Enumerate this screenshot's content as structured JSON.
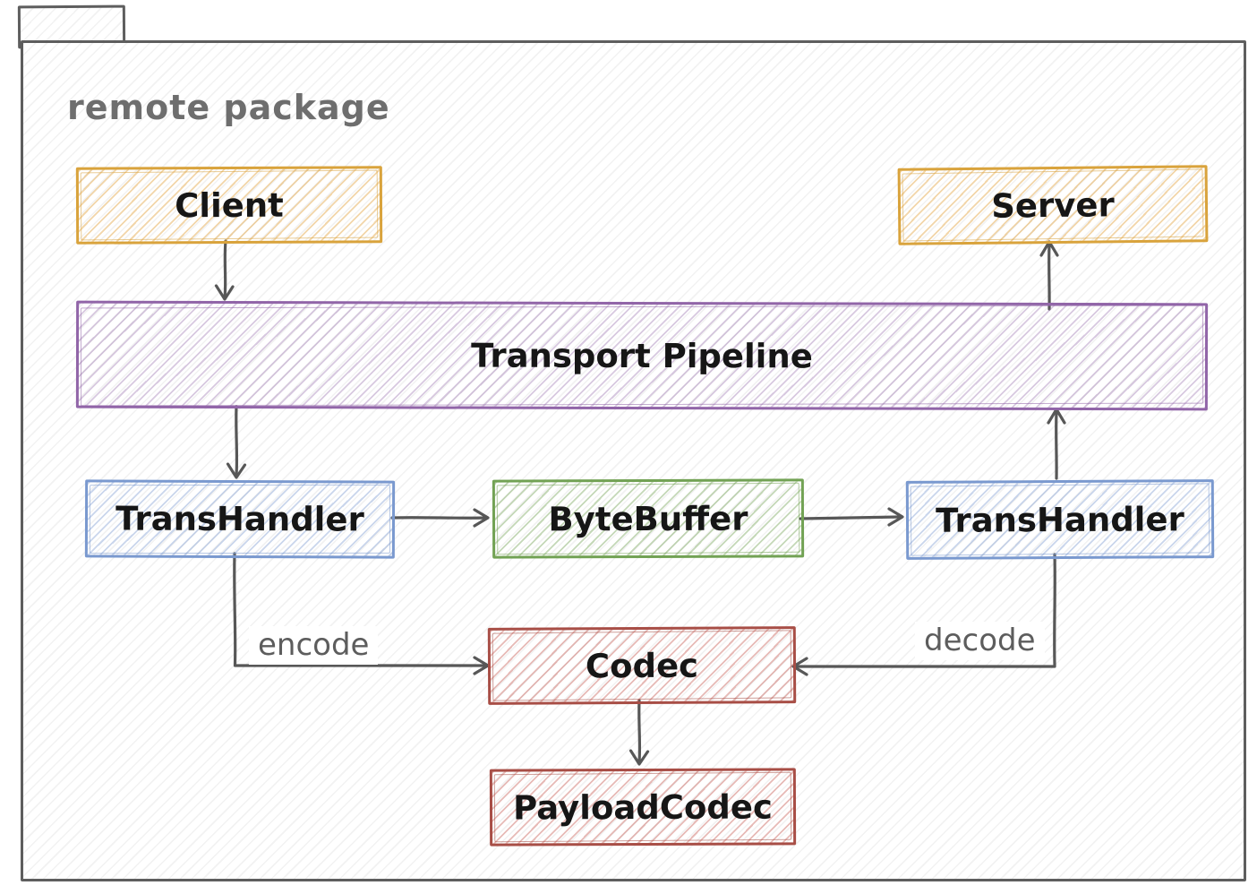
{
  "diagram": {
    "package_label": "remote package",
    "nodes": [
      {
        "id": "client",
        "label": "Client",
        "color": "#d9a33c"
      },
      {
        "id": "server",
        "label": "Server",
        "color": "#d9a33c"
      },
      {
        "id": "transport-pipeline",
        "label": "Transport Pipeline",
        "color": "#9165a8"
      },
      {
        "id": "trans-handler-left",
        "label": "TransHandler",
        "color": "#7a99cf"
      },
      {
        "id": "byte-buffer",
        "label": "ByteBuffer",
        "color": "#72a254"
      },
      {
        "id": "trans-handler-right",
        "label": "TransHandler",
        "color": "#7a99cf"
      },
      {
        "id": "codec",
        "label": "Codec",
        "color": "#a84e46"
      },
      {
        "id": "payload-codec",
        "label": "PayloadCodec",
        "color": "#a84e46"
      }
    ],
    "edges": [
      {
        "from": "client",
        "to": "transport-pipeline",
        "label": ""
      },
      {
        "from": "transport-pipeline",
        "to": "trans-handler-left",
        "label": ""
      },
      {
        "from": "trans-handler-left",
        "to": "byte-buffer",
        "label": ""
      },
      {
        "from": "byte-buffer",
        "to": "trans-handler-right",
        "label": ""
      },
      {
        "from": "trans-handler-right",
        "to": "transport-pipeline",
        "label": ""
      },
      {
        "from": "transport-pipeline",
        "to": "server",
        "label": ""
      },
      {
        "from": "trans-handler-left",
        "to": "codec",
        "label": "encode"
      },
      {
        "from": "trans-handler-right",
        "to": "codec",
        "label": "decode"
      },
      {
        "from": "codec",
        "to": "payload-codec",
        "label": ""
      }
    ],
    "colors": {
      "frame": "#5e5e5e",
      "arrow": "#575757",
      "package_label_text": "#6e6e6e",
      "edge_label_text": "#5d5d5d",
      "node_label_text": "#161616"
    }
  }
}
